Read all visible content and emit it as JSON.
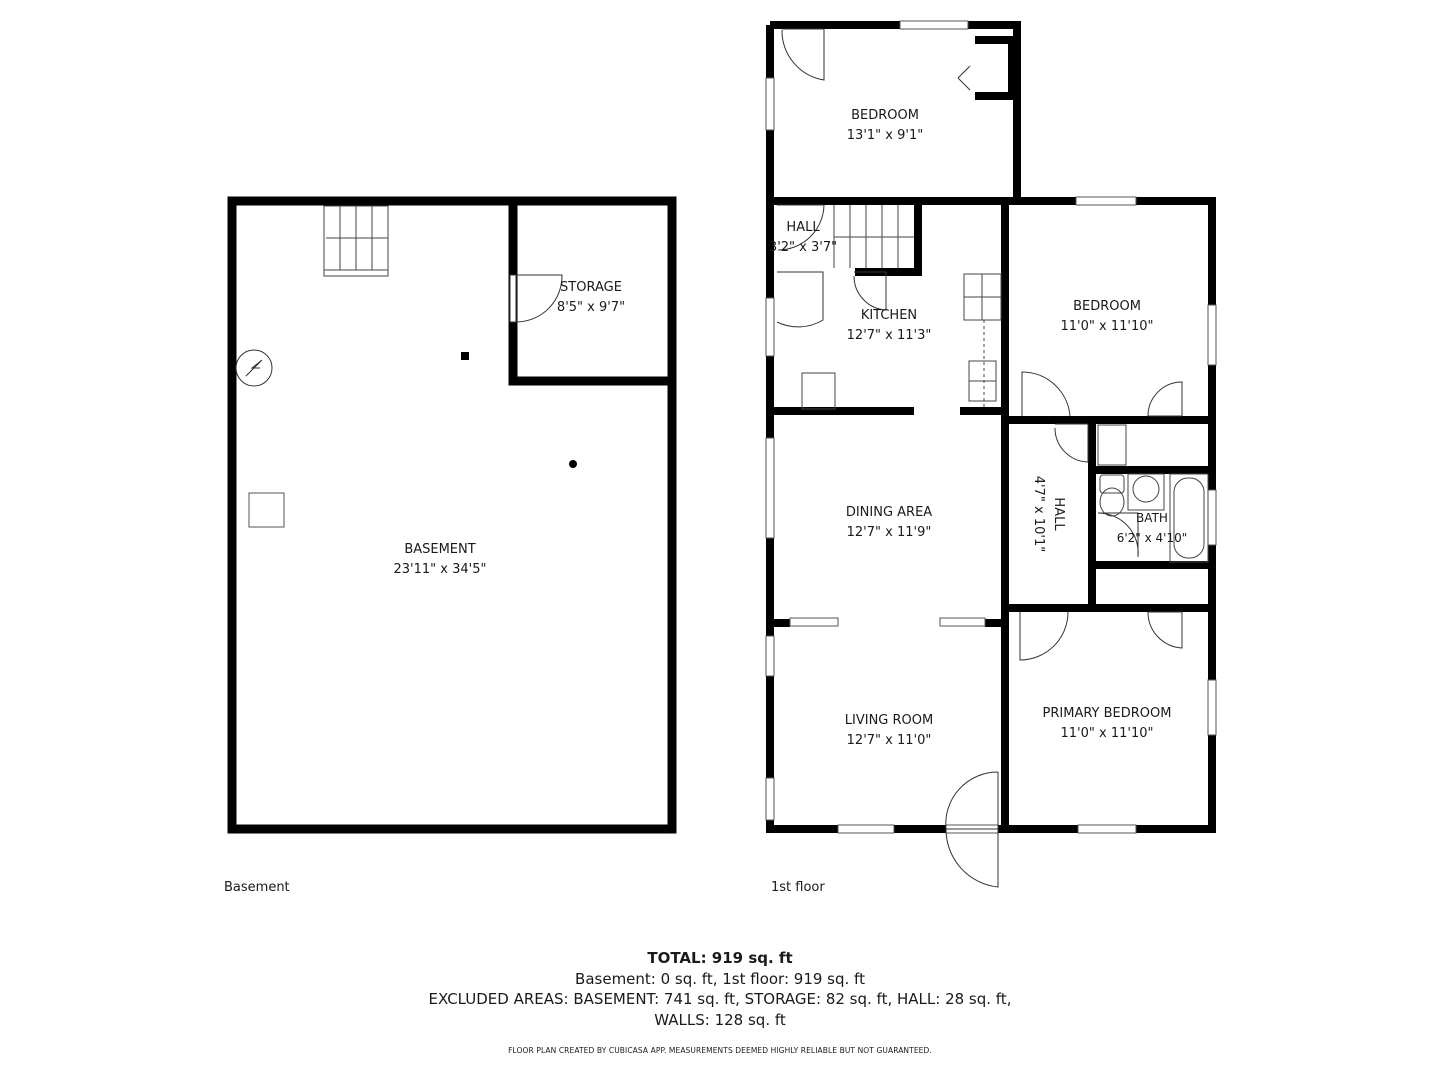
{
  "floors": {
    "basement": {
      "label": "Basement",
      "rooms": [
        {
          "name": "BASEMENT",
          "dims": "23'11\" x 34'5\""
        },
        {
          "name": "STORAGE",
          "dims": "8'5\" x 9'7\""
        }
      ]
    },
    "first": {
      "label": "1st floor",
      "rooms": [
        {
          "name": "BEDROOM",
          "dims": "13'1\" x 9'1\""
        },
        {
          "name": "HALL",
          "dims": "3'2\" x 3'7\""
        },
        {
          "name": "KITCHEN",
          "dims": "12'7\" x 11'3\""
        },
        {
          "name": "BEDROOM",
          "dims": "11'0\" x 11'10\""
        },
        {
          "name": "DINING AREA",
          "dims": "12'7\" x 11'9\""
        },
        {
          "name": "HALL",
          "dims": "4'7\" x 10'1\""
        },
        {
          "name": "BATH",
          "dims": "6'2\" x 4'10\""
        },
        {
          "name": "LIVING ROOM",
          "dims": "12'7\" x 11'0\""
        },
        {
          "name": "PRIMARY BEDROOM",
          "dims": "11'0\" x 11'10\""
        }
      ]
    }
  },
  "summary": {
    "total": "TOTAL: 919 sq. ft",
    "line1": "Basement: 0 sq. ft, 1st floor: 919 sq. ft",
    "line2": "EXCLUDED AREAS: BASEMENT: 741 sq. ft, STORAGE: 82 sq. ft, HALL: 28 sq. ft,",
    "line3": "WALLS: 128 sq. ft"
  },
  "footer": "FLOOR PLAN CREATED BY CUBICASA APP. MEASUREMENTS DEEMED HIGHLY RELIABLE BUT NOT GUARANTEED.",
  "colors": {
    "wall": "#000000",
    "background": "#ffffff",
    "text": "#1a1a1a"
  }
}
